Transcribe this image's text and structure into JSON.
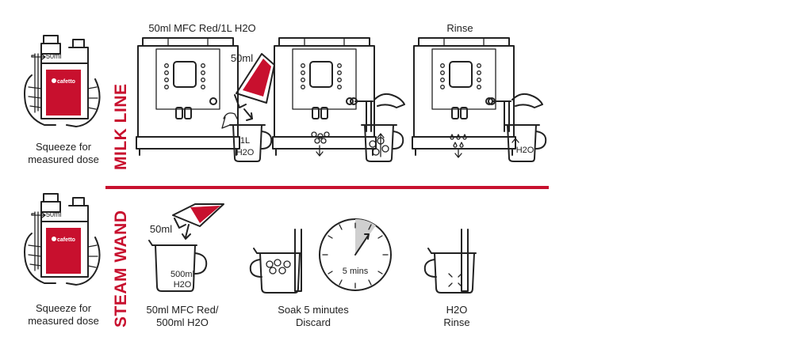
{
  "sections": {
    "milk_line": "MILK LINE",
    "steam_wand": "STEAM WAND"
  },
  "bottle": {
    "brand": "cafetto",
    "dose_mark": "50ml",
    "caption_line1": "Squeeze for",
    "caption_line2": "measured dose"
  },
  "milk_line": {
    "step1_title": "50ml MFC Red/1L H2O",
    "pour_amount": "50ml",
    "jug_line1": "1L",
    "jug_line2": "H2O",
    "step3_title": "Rinse",
    "rinse_jug": "H2O"
  },
  "steam_wand": {
    "pour_amount": "50ml",
    "jug_line1": "500ml",
    "jug_line2": "H2O",
    "step1_caption_line1": "50ml MFC Red/",
    "step1_caption_line2": "500ml H2O",
    "timer_label": "5 mins",
    "step2_caption_line1": "Soak 5 minutes",
    "step2_caption_line2": "Discard",
    "step3_caption_line1": "H2O",
    "step3_caption_line2": "Rinse"
  },
  "colors": {
    "accent_red": "#c8102e",
    "ink": "#222222"
  }
}
